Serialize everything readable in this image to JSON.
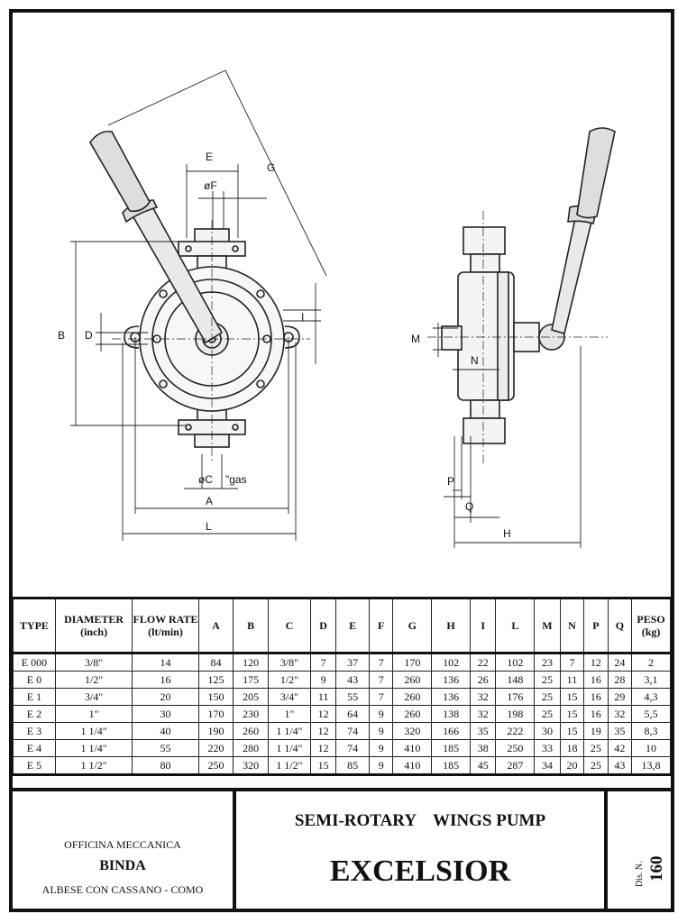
{
  "dimension_labels": {
    "A": "A",
    "B": "B",
    "C": "øC",
    "C_gas": "\"gas",
    "D": "D",
    "E": "E",
    "F": "øF",
    "G": "G",
    "H": "H",
    "I": "I",
    "L": "L",
    "M": "M",
    "N": "N",
    "P": "P",
    "Q": "Q"
  },
  "table": {
    "headers": [
      "TYPE",
      "DIAMETER (inch)",
      "FLOW RATE (lt/min)",
      "A",
      "B",
      "C",
      "D",
      "E",
      "F",
      "G",
      "H",
      "I",
      "L",
      "M",
      "N",
      "P",
      "Q",
      "PESO (kg)"
    ],
    "rows": [
      [
        "E 000",
        "3/8\"",
        "14",
        "84",
        "120",
        "3/8\"",
        "7",
        "37",
        "7",
        "170",
        "102",
        "22",
        "102",
        "23",
        "7",
        "12",
        "24",
        "2"
      ],
      [
        "E 0",
        "1/2\"",
        "16",
        "125",
        "175",
        "1/2\"",
        "9",
        "43",
        "7",
        "260",
        "136",
        "26",
        "148",
        "25",
        "11",
        "16",
        "28",
        "3,1"
      ],
      [
        "E 1",
        "3/4\"",
        "20",
        "150",
        "205",
        "3/4\"",
        "11",
        "55",
        "7",
        "260",
        "136",
        "32",
        "176",
        "25",
        "15",
        "16",
        "29",
        "4,3"
      ],
      [
        "E 2",
        "1\"",
        "30",
        "170",
        "230",
        "1\"",
        "12",
        "64",
        "9",
        "260",
        "138",
        "32",
        "198",
        "25",
        "15",
        "16",
        "32",
        "5,5"
      ],
      [
        "E 3",
        "1 1/4\"",
        "40",
        "190",
        "260",
        "1 1/4\"",
        "12",
        "74",
        "9",
        "320",
        "166",
        "35",
        "222",
        "30",
        "15",
        "19",
        "35",
        "8,3"
      ],
      [
        "E 4",
        "1 1/4\"",
        "55",
        "220",
        "280",
        "1 1/4\"",
        "12",
        "74",
        "9",
        "410",
        "185",
        "38",
        "250",
        "33",
        "18",
        "25",
        "42",
        "10"
      ],
      [
        "E 5",
        "1 1/2\"",
        "80",
        "250",
        "320",
        "1 1/2\"",
        "15",
        "85",
        "9",
        "410",
        "185",
        "45",
        "287",
        "34",
        "20",
        "25",
        "43",
        "13,8"
      ]
    ]
  },
  "titleblock": {
    "company_line1": "OFFICINA MECCANICA",
    "company_name": "BINDA",
    "company_address": "ALBESE CON CASSANO - COMO",
    "product_subtitle": "SEMI-ROTARY    WINGS PUMP",
    "product_title": "EXCELSIOR",
    "drawing_label": "Dis. N.",
    "drawing_number": "160"
  }
}
